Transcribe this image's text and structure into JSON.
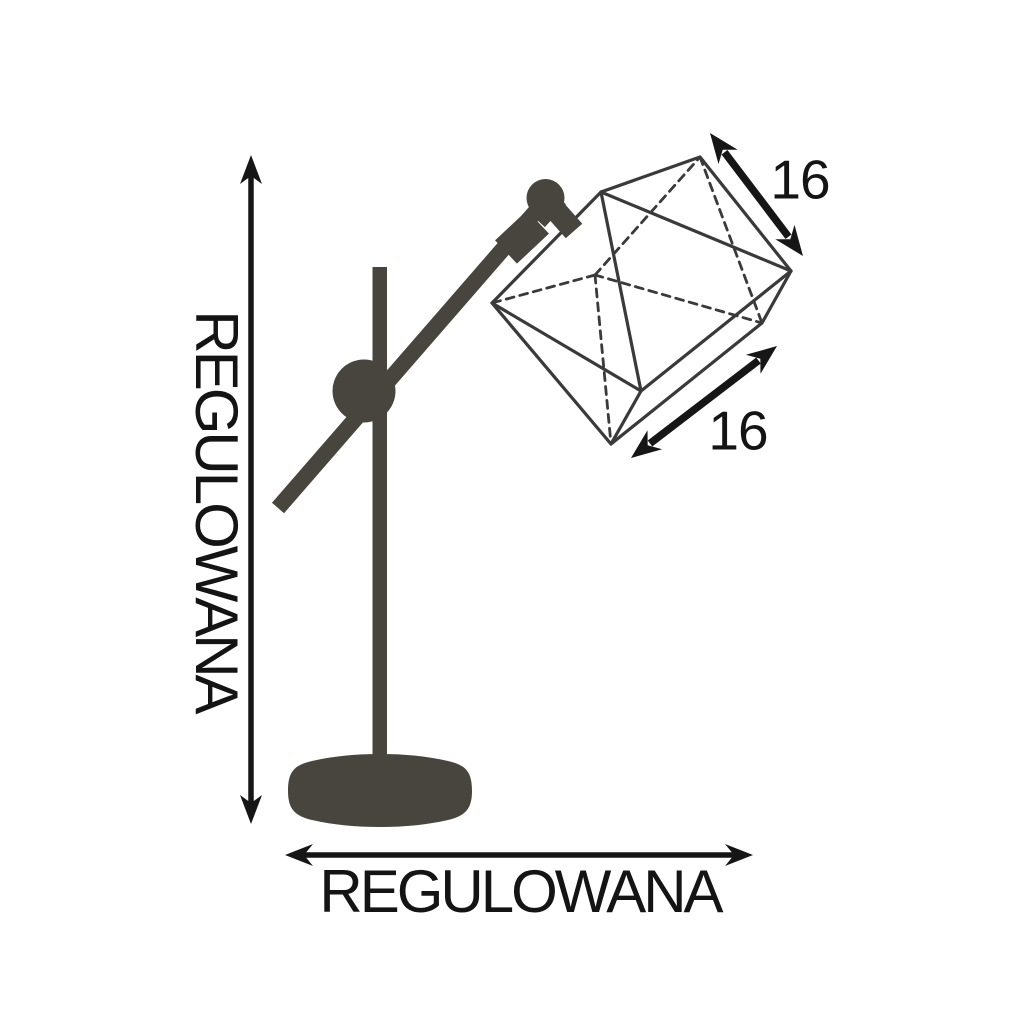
{
  "diagram": {
    "background_color": "#ffffff",
    "lamp_color": "#48453e",
    "wireframe_color": "#3a3a3a",
    "dimension_color": "#161616",
    "labels": {
      "vertical": "REGULOWANA",
      "horizontal": "REGULOWANA",
      "shade_top": "16",
      "shade_bottom": "16"
    }
  }
}
